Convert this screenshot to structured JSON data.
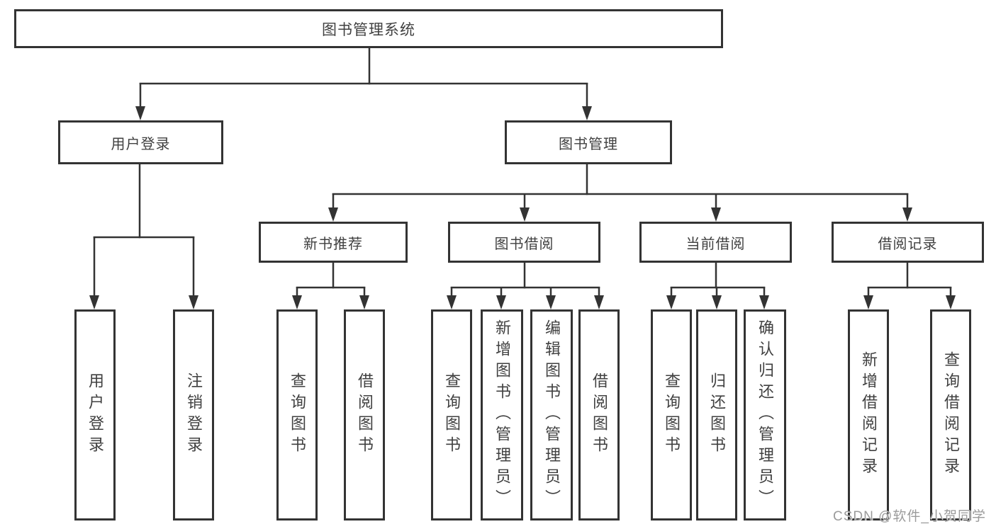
{
  "tree": {
    "root": {
      "label": "图书管理系统"
    },
    "level2": [
      {
        "label": "用户登录"
      },
      {
        "label": "图书管理"
      }
    ],
    "level3": [
      {
        "label": "新书推荐"
      },
      {
        "label": "图书借阅"
      },
      {
        "label": "当前借阅"
      },
      {
        "label": "借阅记录"
      }
    ],
    "leaves": {
      "user_login": [
        {
          "label": "用户登录"
        },
        {
          "label": "注销登录"
        }
      ],
      "new_book_recommend": [
        {
          "label": "查询图书"
        },
        {
          "label": "借阅图书"
        }
      ],
      "book_borrowing": [
        {
          "label": "查询图书"
        },
        {
          "label": "新增图书（管理员）"
        },
        {
          "label": "编辑图书（管理员）"
        },
        {
          "label": "借阅图书"
        }
      ],
      "current_borrowing": [
        {
          "label": "查询图书"
        },
        {
          "label": "归还图书"
        },
        {
          "label": "确认归还（管理员）"
        }
      ],
      "borrowing_records": [
        {
          "label": "新增借阅记录"
        },
        {
          "label": "查询借阅记录"
        }
      ]
    }
  },
  "watermark": {
    "text": "CSDN @软件_小贺同学"
  },
  "colors": {
    "line": "#333333",
    "box_border": "#333333",
    "text": "#404040",
    "watermark": "#9b9b9b",
    "background": "#ffffff"
  }
}
